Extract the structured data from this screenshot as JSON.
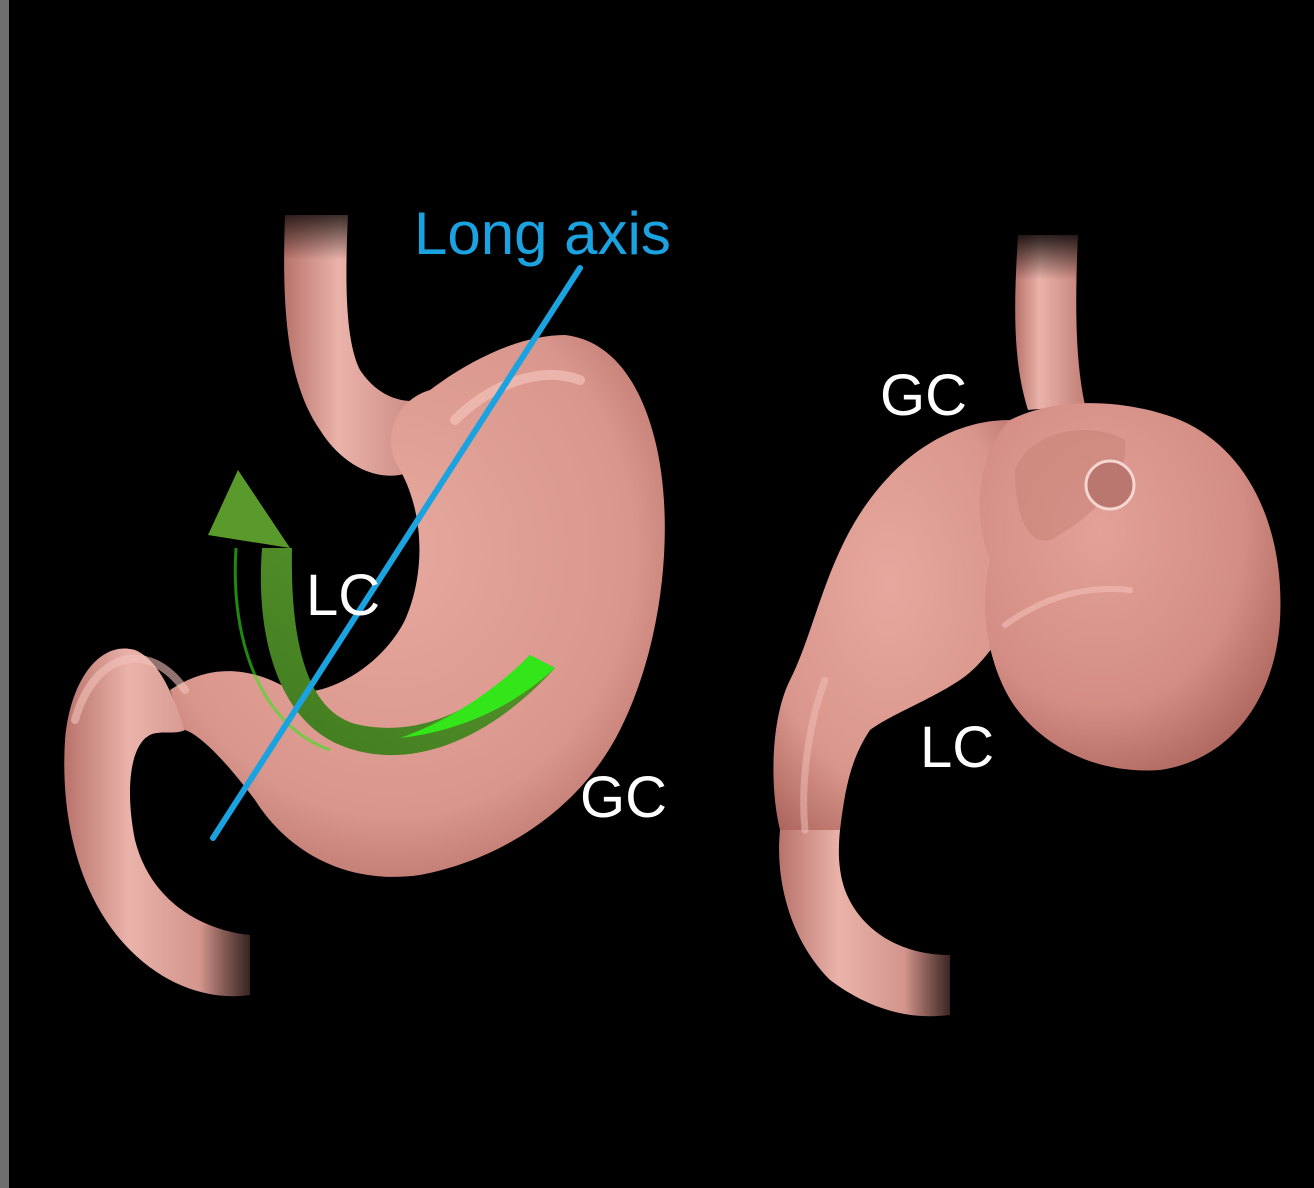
{
  "labels": {
    "long_axis": "Long axis",
    "left_lesser_curvature": "LC",
    "left_greater_curvature": "GC",
    "right_greater_curvature": "GC",
    "right_lesser_curvature": "LC"
  },
  "colors": {
    "background": "#000000",
    "border": "#6f6f6f",
    "stomach": "#d9968c",
    "stomach_shadow": "#b86f66",
    "stomach_highlight": "#f2c2b9",
    "axis_line": "#1aa3e0",
    "arrow_dark": "#4e8c25",
    "arrow_light": "#33e619",
    "label_text": "#ffffff"
  },
  "icons": {
    "rotation_arrow": "curved-rotation-arrow-icon"
  }
}
